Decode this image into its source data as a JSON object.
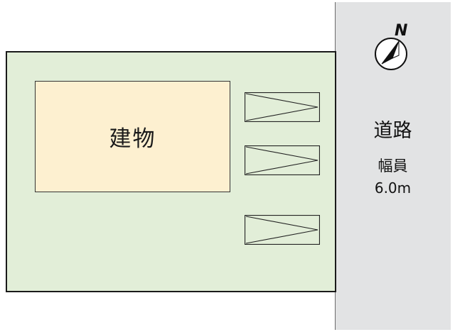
{
  "site": {
    "building_label": "建物",
    "parking_space_count": 3
  },
  "road": {
    "name": "道路",
    "width_label": "幅員",
    "width_value": "6.0m"
  },
  "compass": {
    "north_label": "N"
  },
  "colors": {
    "lot": "#e2eed8",
    "building": "#fdf0d0",
    "road": "#e2e3e4",
    "outline": "#1a1a1a"
  },
  "icons": [
    "compass-icon",
    "parking-space-icon"
  ]
}
